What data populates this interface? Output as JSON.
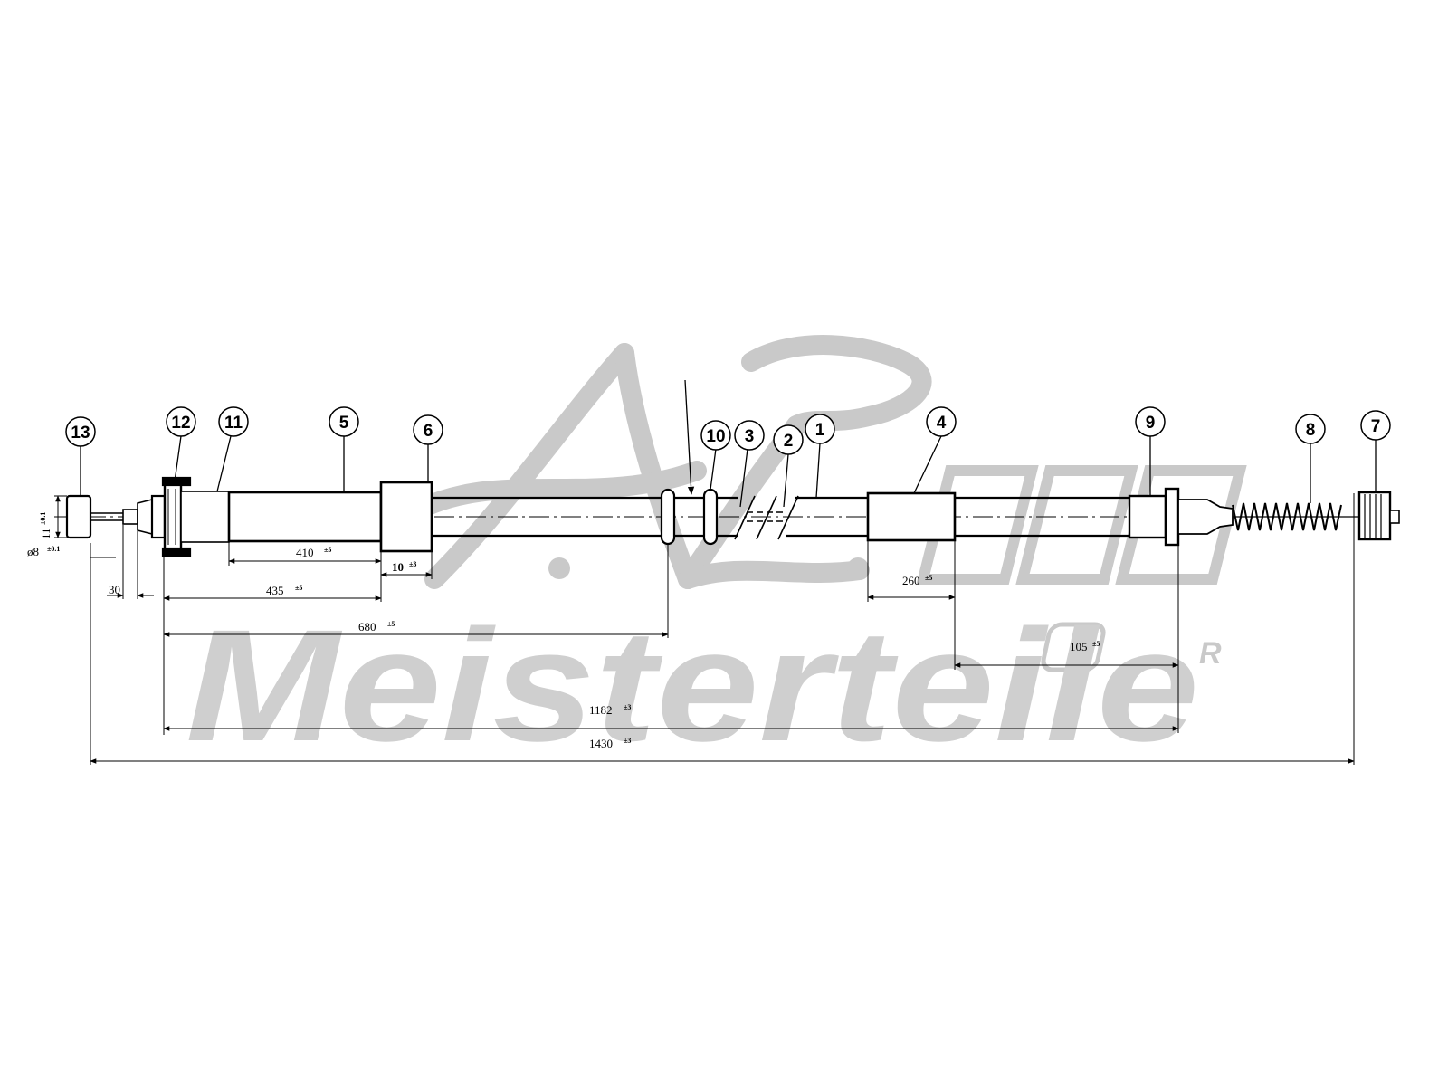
{
  "watermark": {
    "monogram": "A.Z.",
    "brand": "Meisterteile",
    "registered": "R"
  },
  "callouts": [
    "13",
    "12",
    "11",
    "5",
    "6",
    "10",
    "3",
    "2",
    "1",
    "4",
    "9",
    "8",
    "7"
  ],
  "dimensions": {
    "d410": {
      "value": "410",
      "tol": "±5"
    },
    "d10": {
      "value": "10",
      "tol": "±3"
    },
    "d435": {
      "value": "435",
      "tol": "±5"
    },
    "d680": {
      "value": "680",
      "tol": "±5"
    },
    "d260": {
      "value": "260",
      "tol": "±5"
    },
    "d105": {
      "value": "105",
      "tol": "±5"
    },
    "d1182": {
      "value": "1182",
      "tol": "±3"
    },
    "d1430": {
      "value": "1430",
      "tol": "±3"
    },
    "d30": {
      "value": "30",
      "tol": ""
    },
    "dia8": {
      "value": "ø8",
      "tol": "±0.1"
    },
    "h11": {
      "value": "11",
      "tol": "±0.1"
    }
  }
}
